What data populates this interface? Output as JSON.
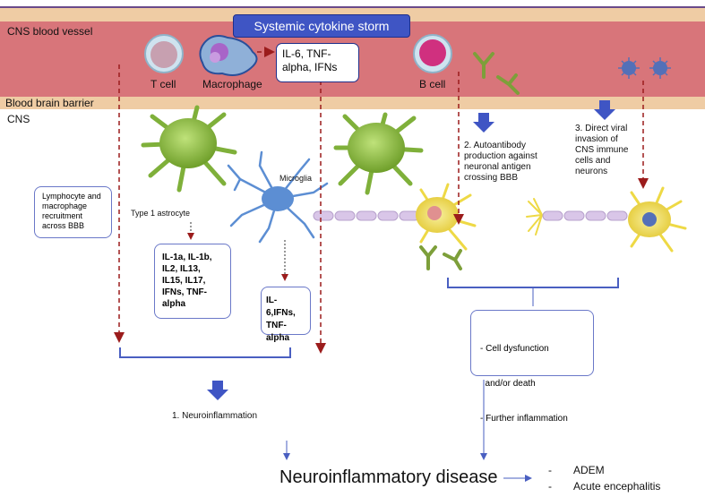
{
  "layers": {
    "vessel_label": "CNS blood vessel",
    "bbb_label": "Blood brain barrier",
    "cns_label": "CNS"
  },
  "banner": "Systemic cytokine storm",
  "cytokine_box": [
    "IL-6, TNF-",
    "alpha, IFNs"
  ],
  "cells": {
    "t_cell": "T cell",
    "macrophage": "Macrophage",
    "b_cell": "B cell",
    "microglia": "Microglia",
    "astrocyte": "Type 1 astrocyte"
  },
  "boxes": {
    "recruitment": [
      "Lymphocyte and",
      "macrophage",
      "recruitment",
      "across BBB"
    ],
    "astro_cytokines": [
      "IL-1a, IL-1b,",
      "IL2, IL13,",
      "IL15, IL17,",
      "IFNs, TNF-",
      "alpha"
    ],
    "micro_cytokines": [
      "IL-6,IFNs,",
      "TNF-alpha"
    ],
    "outcome": [
      "- Cell dysfunction",
      "  and/or death",
      "- Further inflammation"
    ]
  },
  "mechanisms": {
    "autoantibody": [
      "2. Autoantibody",
      "production against",
      "neuronal antigen",
      "crossing BBB"
    ],
    "viral": [
      "3. Direct viral",
      "invasion of",
      "CNS  immune",
      "cells  and",
      "neurons"
    ],
    "neuroinflammation": "1. Neuroinflammation"
  },
  "disease": {
    "title": "Neuroinflammatory disease",
    "examples": [
      "ADEM",
      "Acute encephalitis"
    ],
    "bullet": "-"
  },
  "colors": {
    "vessel": "#d8757a",
    "bbb": "#efcca4",
    "banner": "#3f55c4",
    "arrow_red": "#9b1c1c",
    "arrow_blue": "#3f55c4",
    "bracket": "#4a5fc1",
    "astrocyte": "#8fc13e",
    "microglia": "#5c8ed3",
    "neuron": "#f1e25a"
  }
}
